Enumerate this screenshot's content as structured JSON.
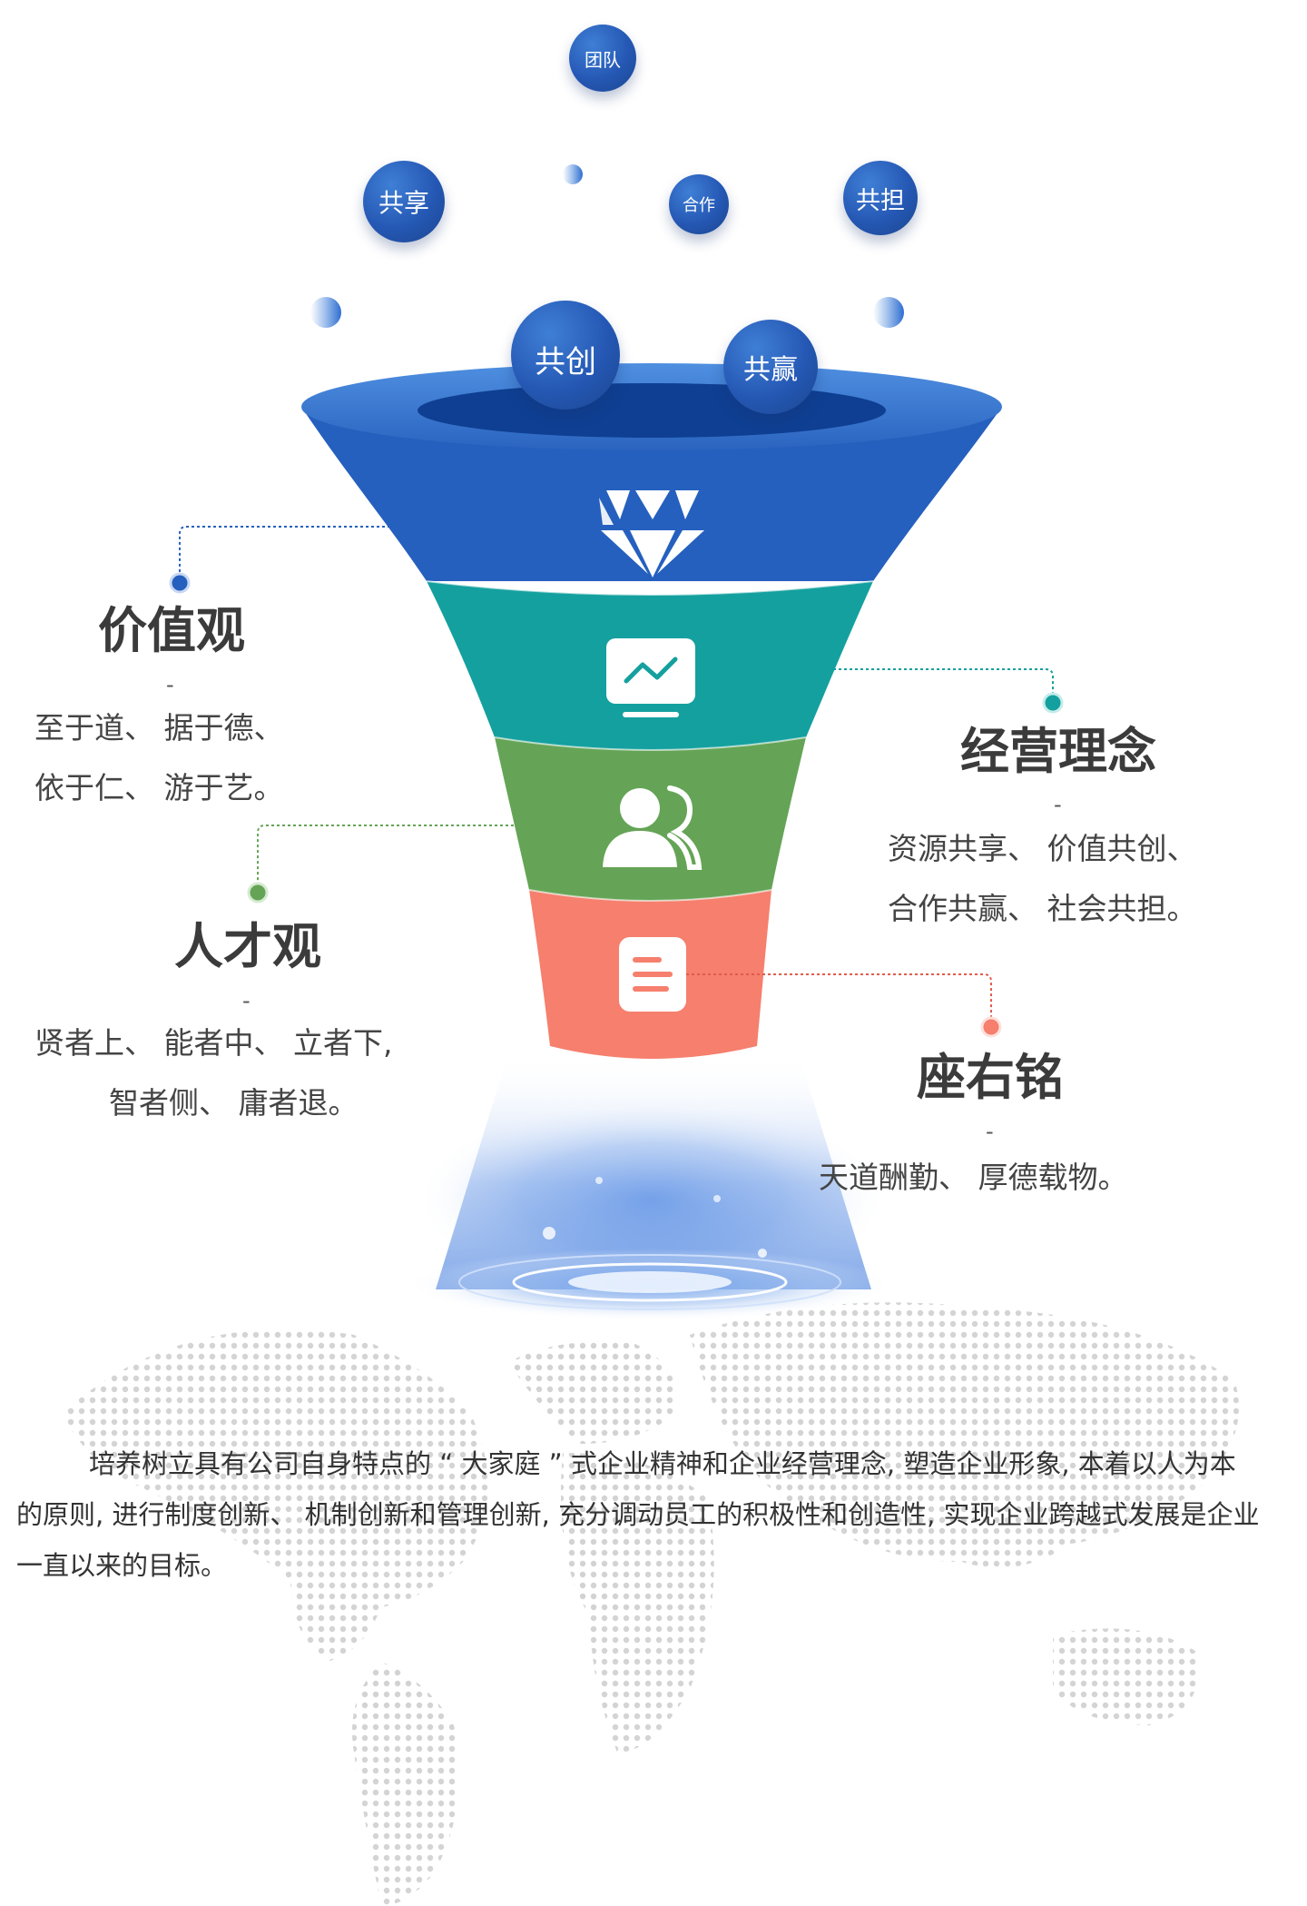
{
  "bubbles": {
    "team": "团队",
    "share": "共享",
    "cooperate": "合作",
    "undertake": "共担",
    "create": "共创",
    "win": "共赢"
  },
  "values_section": {
    "title": "价值观",
    "dash": "-",
    "line1": "至于道、 据于德、",
    "line2": "依于仁、 游于艺。"
  },
  "business_section": {
    "title": "经营理念",
    "dash": "-",
    "line1": "资源共享、 价值共创、",
    "line2": "合作共赢、 社会共担。"
  },
  "talent_section": {
    "title": "人才观",
    "dash": "-",
    "line1": "贤者上、 能者中、 立者下,",
    "line2": "智者侧、 庸者退。"
  },
  "motto_section": {
    "title": "座右铭",
    "dash": "-",
    "line1": "天道酬勤、 厚德载物。"
  },
  "intro": {
    "text": "培养树立具有公司自身特点的 “ 大家庭 ” 式企业精神和企业经营理念, 塑造企业形象, 本着以人为本的原则, 进行制度创新、 机制创新和管理创新, 充分调动员工的积极性和创造性, 实现企业跨越式发展是企业一直以来的目标。"
  },
  "colors": {
    "blue": "#2560BE",
    "teal": "#14A09F",
    "green": "#65A456",
    "coral": "#F67F6D"
  },
  "icons": {
    "values": "diamond-icon",
    "business": "monitor-chart-icon",
    "talent": "users-icon",
    "motto": "document-icon"
  }
}
